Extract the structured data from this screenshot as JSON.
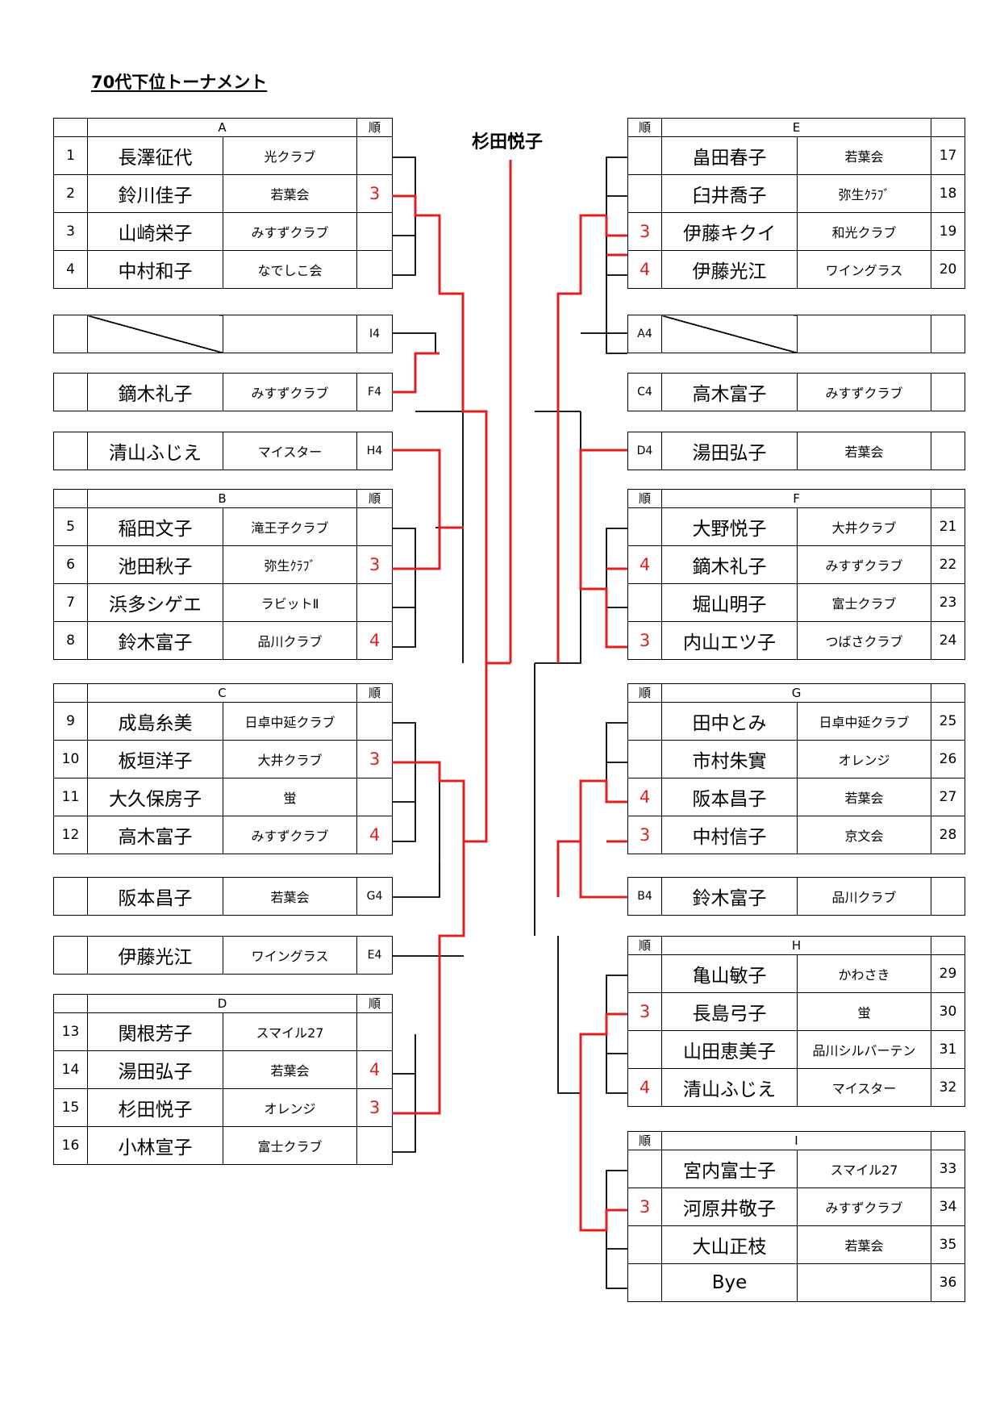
{
  "title": "70代下位トーナメント",
  "champion": "杉田悦子",
  "rank_header": "順",
  "colors": {
    "win_line": "#e02020",
    "line": "#000000"
  },
  "groups": {
    "A": {
      "label": "A",
      "rows": [
        {
          "no": "1",
          "name": "長澤征代",
          "club": "光クラブ",
          "rank": ""
        },
        {
          "no": "2",
          "name": "鈴川佳子",
          "club": "若葉会",
          "rank": "3"
        },
        {
          "no": "3",
          "name": "山崎栄子",
          "club": "みすずクラブ",
          "rank": ""
        },
        {
          "no": "4",
          "name": "中村和子",
          "club": "なでしこ会",
          "rank": ""
        }
      ]
    },
    "B": {
      "label": "B",
      "rows": [
        {
          "no": "5",
          "name": "稲田文子",
          "club": "滝王子クラブ",
          "rank": ""
        },
        {
          "no": "6",
          "name": "池田秋子",
          "club": "弥生ｸﾗﾌﾞ",
          "rank": "3"
        },
        {
          "no": "7",
          "name": "浜多シゲエ",
          "club": "ラビットⅡ",
          "rank": ""
        },
        {
          "no": "8",
          "name": "鈴木富子",
          "club": "品川クラブ",
          "rank": "4"
        }
      ]
    },
    "C": {
      "label": "C",
      "rows": [
        {
          "no": "9",
          "name": "成島糸美",
          "club": "日卓中延クラブ",
          "rank": ""
        },
        {
          "no": "10",
          "name": "板垣洋子",
          "club": "大井クラブ",
          "rank": "3"
        },
        {
          "no": "11",
          "name": "大久保房子",
          "club": "蛍",
          "rank": ""
        },
        {
          "no": "12",
          "name": "高木富子",
          "club": "みすずクラブ",
          "rank": "4"
        }
      ]
    },
    "D": {
      "label": "D",
      "rows": [
        {
          "no": "13",
          "name": "関根芳子",
          "club": "スマイル27",
          "rank": ""
        },
        {
          "no": "14",
          "name": "湯田弘子",
          "club": "若葉会",
          "rank": "4"
        },
        {
          "no": "15",
          "name": "杉田悦子",
          "club": "オレンジ",
          "rank": "3"
        },
        {
          "no": "16",
          "name": "小林宣子",
          "club": "富士クラブ",
          "rank": ""
        }
      ]
    },
    "E": {
      "label": "E",
      "rows": [
        {
          "no": "17",
          "name": "畠田春子",
          "club": "若葉会",
          "rank": ""
        },
        {
          "no": "18",
          "name": "臼井喬子",
          "club": "弥生ｸﾗﾌﾞ",
          "rank": ""
        },
        {
          "no": "19",
          "name": "伊藤キクイ",
          "club": "和光クラブ",
          "rank": "3"
        },
        {
          "no": "20",
          "name": "伊藤光江",
          "club": "ワイングラス",
          "rank": "4"
        }
      ]
    },
    "F": {
      "label": "F",
      "rows": [
        {
          "no": "21",
          "name": "大野悦子",
          "club": "大井クラブ",
          "rank": ""
        },
        {
          "no": "22",
          "name": "鏑木礼子",
          "club": "みすずクラブ",
          "rank": "4"
        },
        {
          "no": "23",
          "name": "堀山明子",
          "club": "富士クラブ",
          "rank": ""
        },
        {
          "no": "24",
          "name": "内山エツ子",
          "club": "つばさクラブ",
          "rank": "3"
        }
      ]
    },
    "G": {
      "label": "G",
      "rows": [
        {
          "no": "25",
          "name": "田中とみ",
          "club": "日卓中延クラブ",
          "rank": ""
        },
        {
          "no": "26",
          "name": "市村朱實",
          "club": "オレンジ",
          "rank": ""
        },
        {
          "no": "27",
          "name": "阪本昌子",
          "club": "若葉会",
          "rank": "4"
        },
        {
          "no": "28",
          "name": "中村信子",
          "club": "京文会",
          "rank": "3"
        }
      ]
    },
    "H": {
      "label": "H",
      "rows": [
        {
          "no": "29",
          "name": "亀山敏子",
          "club": "かわさき",
          "rank": ""
        },
        {
          "no": "30",
          "name": "長島弓子",
          "club": "蛍",
          "rank": "3"
        },
        {
          "no": "31",
          "name": "山田恵美子",
          "club": "品川シルバーテン",
          "rank": ""
        },
        {
          "no": "32",
          "name": "清山ふじえ",
          "club": "マイスター",
          "rank": "4"
        }
      ]
    },
    "I": {
      "label": "I",
      "rows": [
        {
          "no": "33",
          "name": "宮内富士子",
          "club": "スマイル27",
          "rank": ""
        },
        {
          "no": "34",
          "name": "河原井敬子",
          "club": "みすずクラブ",
          "rank": "3"
        },
        {
          "no": "35",
          "name": "大山正枝",
          "club": "若葉会",
          "rank": ""
        },
        {
          "no": "36",
          "name": "Bye",
          "club": "",
          "rank": ""
        }
      ]
    }
  },
  "seeds": {
    "I4": {
      "seed": "I4",
      "name": "",
      "club": ""
    },
    "F4": {
      "seed": "F4",
      "name": "鏑木礼子",
      "club": "みすずクラブ"
    },
    "H4": {
      "seed": "H4",
      "name": "清山ふじえ",
      "club": "マイスター"
    },
    "G4": {
      "seed": "G4",
      "name": "阪本昌子",
      "club": "若葉会"
    },
    "E4": {
      "seed": "E4",
      "name": "伊藤光江",
      "club": "ワイングラス"
    },
    "A4": {
      "seed": "A4",
      "name": "",
      "club": ""
    },
    "C4": {
      "seed": "C4",
      "name": "高木富子",
      "club": "みすずクラブ"
    },
    "D4": {
      "seed": "D4",
      "name": "湯田弘子",
      "club": "若葉会"
    },
    "B4": {
      "seed": "B4",
      "name": "鈴木富子",
      "club": "品川クラブ"
    }
  }
}
